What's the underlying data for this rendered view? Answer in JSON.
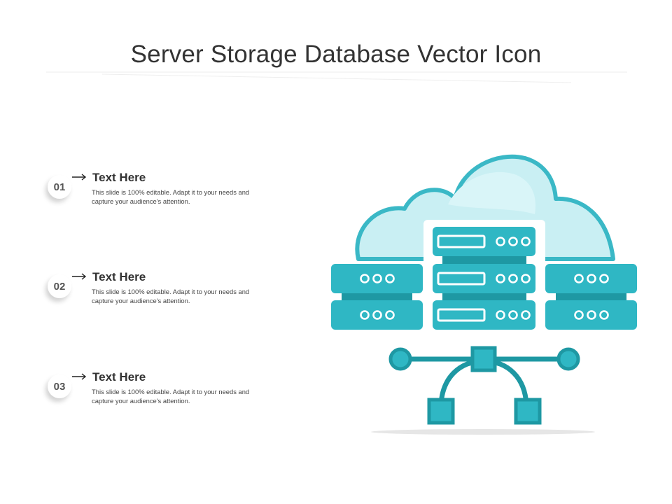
{
  "title": "Server Storage Database Vector Icon",
  "colors": {
    "teal": "#2fb7c4",
    "dark_teal": "#1e98a3",
    "cloud_light": "#c7eef2",
    "cloud_outline": "#3ab8c6"
  },
  "items": [
    {
      "number": "01",
      "heading": "Text Here",
      "body": "This slide is 100% editable.  Adapt it to your needs and capture your audience's attention."
    },
    {
      "number": "02",
      "heading": "Text Here",
      "body": "This slide is 100% editable.  Adapt it to your needs and capture your audience's attention."
    },
    {
      "number": "03",
      "heading": "Text Here",
      "body": "This slide is 100% editable.  Adapt it to your needs and capture your audience's attention."
    }
  ],
  "icons": {
    "arrow": "right-arrow-icon",
    "cloud": "cloud-icon",
    "server": "server-rack-icon",
    "network": "network-topology-icon"
  }
}
